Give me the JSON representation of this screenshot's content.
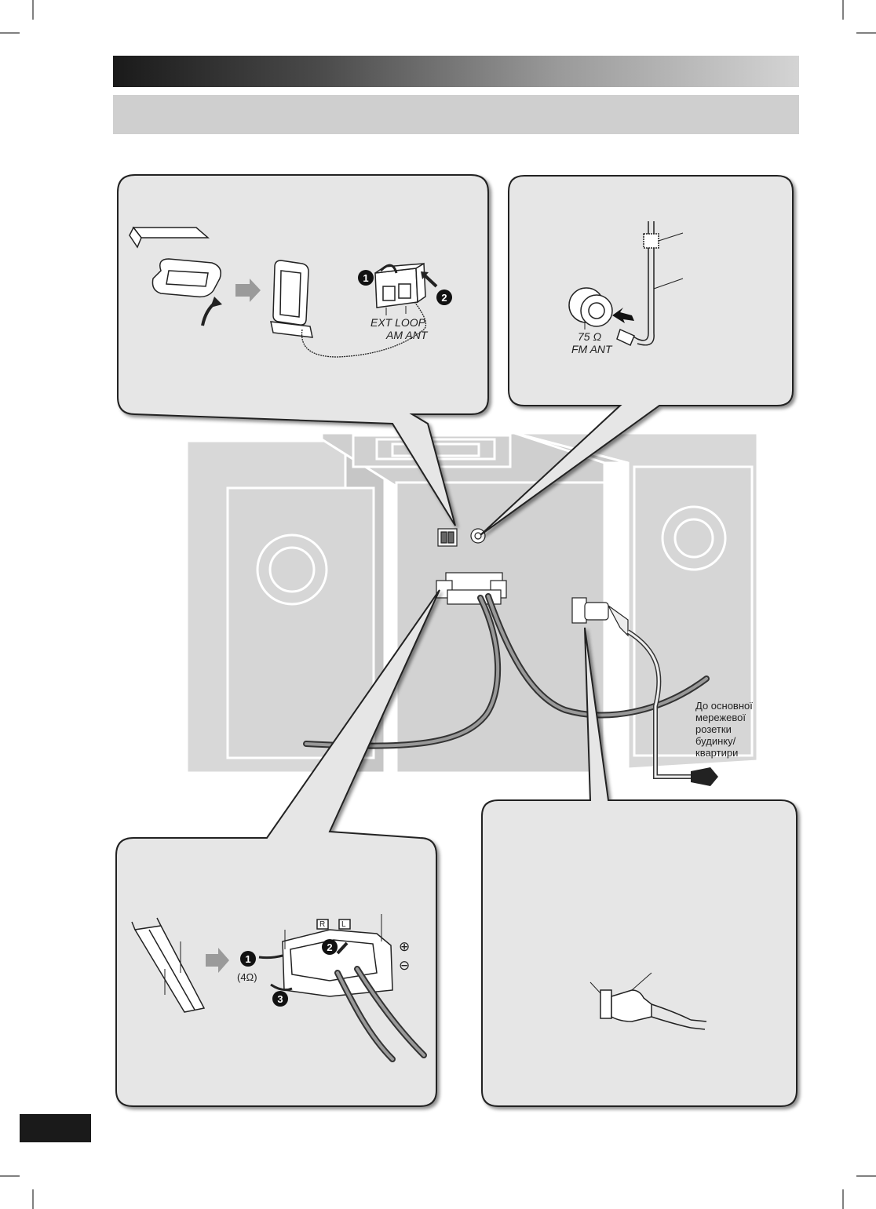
{
  "am_antenna": {
    "step1": "❶",
    "step2": "❷",
    "ext_loop": "EXT LOOP",
    "am_ant": "AM ANT"
  },
  "fm_antenna": {
    "impedance": "75 Ω",
    "fm_ant": "FM ANT"
  },
  "mains": {
    "line1": "До основної",
    "line2": "мережевої",
    "line3": "розетки",
    "line4": "будинку/",
    "line5": "квартири"
  },
  "speaker": {
    "step1": "❶",
    "step2": "❷",
    "step3": "❸",
    "impedance": "(4Ω)",
    "right": "R",
    "left": "L",
    "plus": "⊕",
    "minus": "⊖"
  },
  "colors": {
    "panel_bg": "#e6e6e6",
    "speaker_fill": "#d6d6d6",
    "line": "#333333"
  }
}
